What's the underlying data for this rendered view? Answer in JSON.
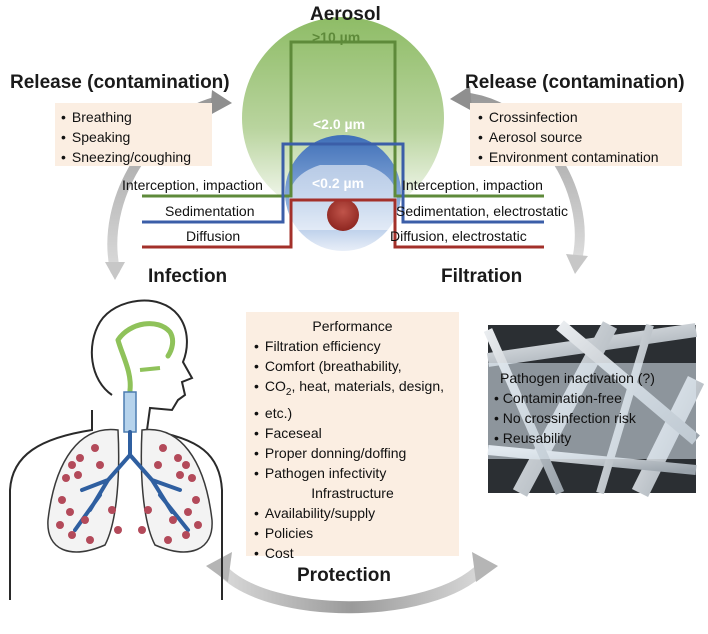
{
  "aerosol": {
    "title": "Aerosol",
    "sizes": {
      "large": ">10 µm",
      "medium": "<2.0 µm",
      "small": "<0.2 µm"
    }
  },
  "release_left": {
    "title": "Release (contamination)",
    "items": [
      "Breathing",
      "Speaking",
      "Sneezing/coughing"
    ]
  },
  "release_right": {
    "title": "Release (contamination)",
    "items": [
      "Crossinfection",
      "Aerosol source",
      "Environment contamination"
    ]
  },
  "mechanisms": {
    "left": [
      "Interception, impaction",
      "Sedimentation",
      "Diffusion"
    ],
    "right": [
      "Interception, impaction",
      "Sedimentation, electrostatic",
      "Diffusion, electrostatic"
    ]
  },
  "infection": {
    "title": "Infection"
  },
  "filtration": {
    "title": "Filtration"
  },
  "protection": {
    "title": "Protection"
  },
  "performance": {
    "title": "Performance",
    "items": [
      "Filtration efficiency",
      "Comfort (breathability,",
      "CO",
      "2",
      ", heat, materials, design,",
      "etc.)",
      "Faceseal",
      "Proper donning/doffing",
      "Pathogen infectivity"
    ],
    "infrastructure_title": "Infrastructure",
    "infrastructure_items": [
      "Availability/supply",
      "Policies",
      "Cost"
    ]
  },
  "inactivation": {
    "title": "Pathogen inactivation (?)",
    "items": [
      "Contamination-free",
      "No crossinfection risk",
      "Reusability"
    ]
  },
  "colors": {
    "green": "#5e8a3a",
    "blue": "#3b5ea8",
    "red": "#a3302a",
    "box": "#fbeee2"
  }
}
